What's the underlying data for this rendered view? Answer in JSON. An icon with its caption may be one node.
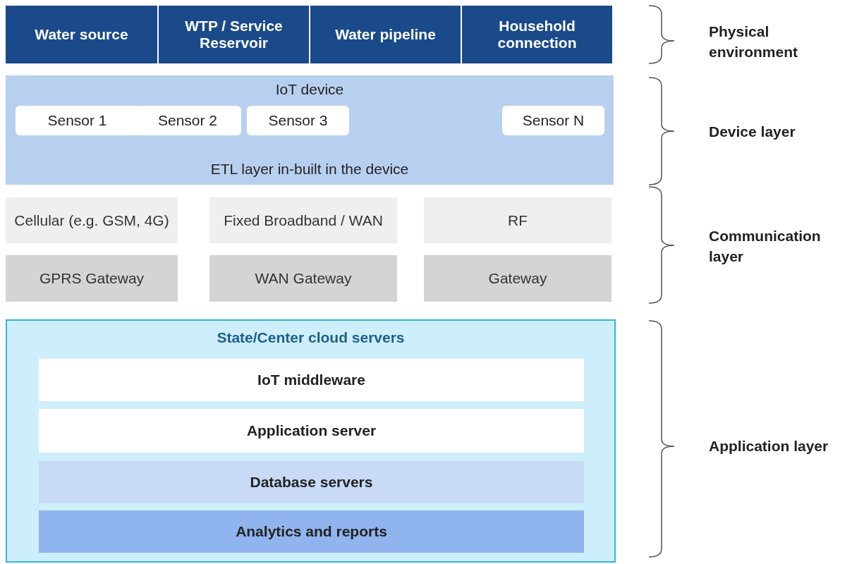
{
  "diagram": {
    "nodes": [
      {
        "text": [
          "Water source"
        ]
      },
      {
        "text": [
          "WTP / Service Reservoir"
        ]
      },
      {
        "text": [
          "Water pipeline"
        ]
      },
      {
        "text": [
          "Household connection"
        ]
      },
      {
        "text": [
          "IoT device",
          "ETL layer in-built in the device"
        ]
      },
      {
        "text": [
          "Sensor 1"
        ],
        "in": 4
      },
      {
        "text": [
          "Sensor 2"
        ],
        "in": 4
      },
      {
        "text": [
          "Sensor 3"
        ],
        "in": 4
      },
      {
        "text": [
          "Sensor N"
        ],
        "in": 4
      },
      {
        "text": [
          "Cellular (e.g. GSM, 4G)"
        ]
      },
      {
        "text": [
          "Fixed Broadband / WAN"
        ]
      },
      {
        "text": [
          "RF"
        ]
      },
      {
        "text": [
          "GPRS Gateway"
        ]
      },
      {
        "text": [
          "WAN Gateway"
        ]
      },
      {
        "text": [
          "Gateway"
        ]
      },
      {
        "text": [
          "State/Center cloud servers"
        ]
      },
      {
        "text": [
          "IoT middleware"
        ],
        "in": 15
      },
      {
        "text": [
          "Application server"
        ],
        "in": 15
      },
      {
        "text": [
          "Database servers"
        ],
        "in": 15
      },
      {
        "text": [
          "Analytics and reports"
        ],
        "in": 15
      }
    ],
    "labels": [
      "Physical environment",
      "Device layer",
      "Communication layer",
      "Application layer"
    ]
  }
}
